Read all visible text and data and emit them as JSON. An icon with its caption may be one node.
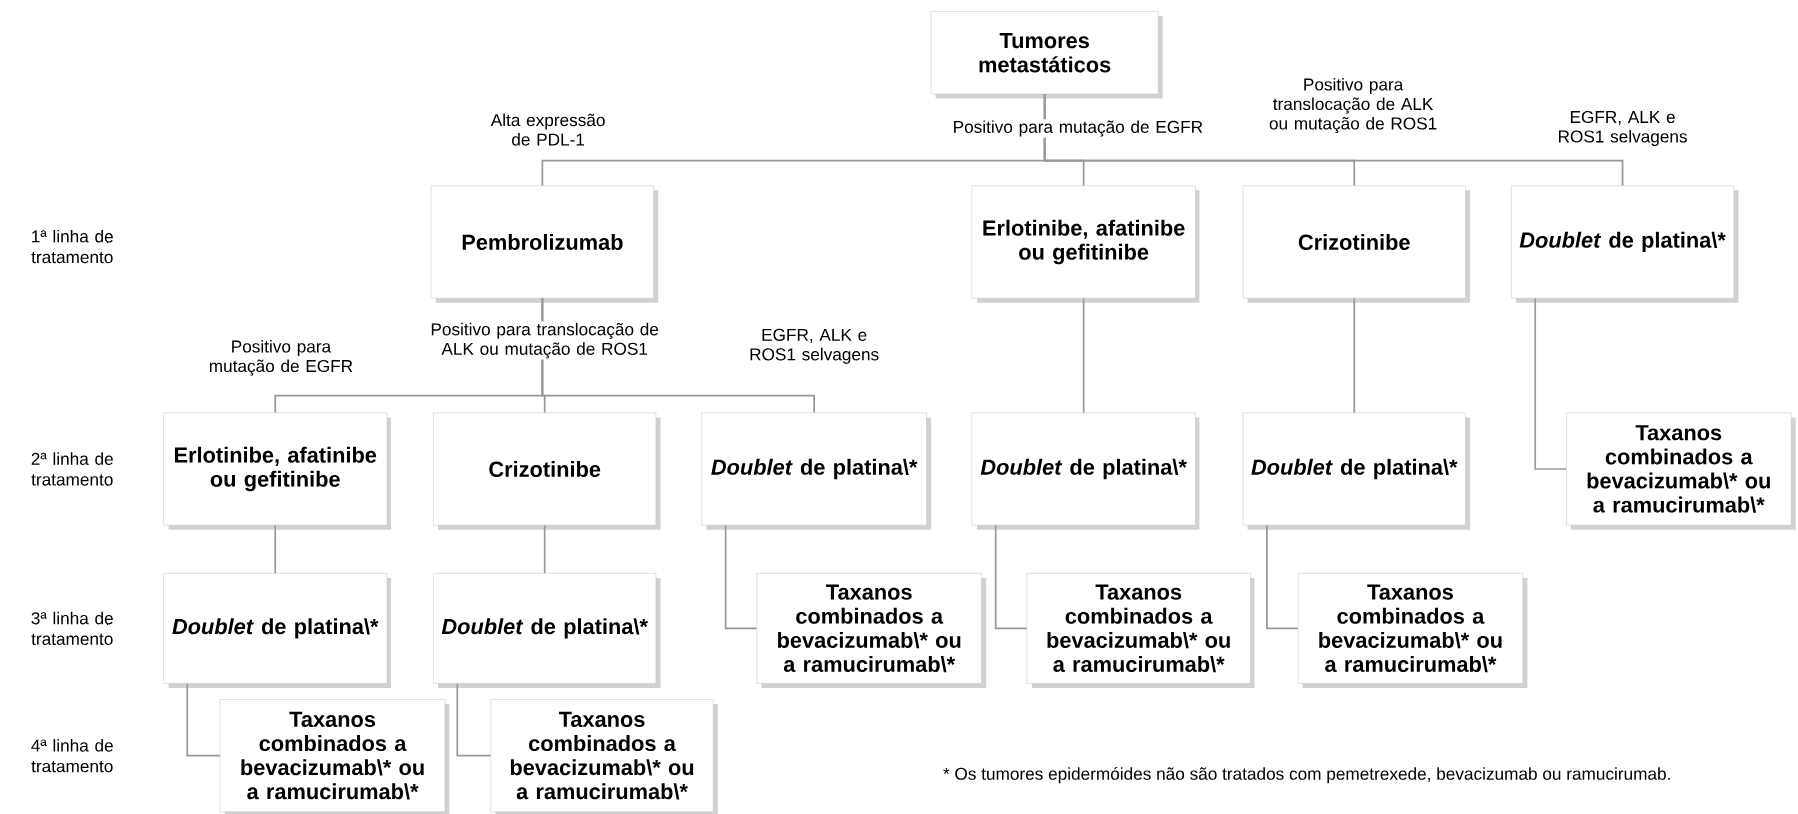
{
  "diagram": {
    "nodes": [
      {
        "text": [
          "Tumores metastáticos"
        ]
      },
      {
        "text": [
          "Pembrolizumab"
        ]
      },
      {
        "text": [
          "Erlotinibe, afatinibe ou gefitinibe"
        ]
      },
      {
        "text": [
          "Crizotinibe"
        ]
      },
      {
        "text": [
          "*Doublet* de platina\\*"
        ]
      },
      {
        "text": [
          "Erlotinibe, afatinibe ou gefitinibe"
        ]
      },
      {
        "text": [
          "Crizotinibe"
        ]
      },
      {
        "text": [
          "*Doublet* de platina\\*"
        ]
      },
      {
        "text": [
          "*Doublet* de platina\\*"
        ]
      },
      {
        "text": [
          "*Doublet* de platina\\*"
        ]
      },
      {
        "text": [
          "Taxanos combinados a bevacizumab\\* ou a ramucirumab\\*"
        ]
      },
      {
        "text": [
          "*Doublet* de platina\\*"
        ]
      },
      {
        "text": [
          "*Doublet* de platina\\*"
        ]
      },
      {
        "text": [
          "Taxanos combinados a bevacizumab\\* ou a ramucirumab\\*"
        ]
      },
      {
        "text": [
          "Taxanos combinados a bevacizumab\\* ou a ramucirumab\\*"
        ]
      },
      {
        "text": [
          "Taxanos combinados a bevacizumab\\* ou a ramucirumab\\*"
        ]
      },
      {
        "text": [
          "Taxanos combinados a bevacizumab\\* ou a ramucirumab\\*"
        ]
      },
      {
        "text": [
          "Taxanos combinados a bevacizumab\\* ou a ramucirumab\\*"
        ]
      }
    ],
    "edges": [
      {
        "from": 0,
        "to": 1,
        "arrow": "none",
        "label": "Alta expressão de PDL-1"
      },
      {
        "from": 0,
        "to": 2,
        "arrow": "none",
        "label": "Positivo para mutação de EGFR"
      },
      {
        "from": 0,
        "to": 3,
        "arrow": "none",
        "label": "Positivo para translocação de ALK ou mutação de ROS1"
      },
      {
        "from": 0,
        "to": 4,
        "arrow": "none",
        "label": "EGFR, ALK e ROS1 selvagens"
      },
      {
        "from": 1,
        "to": 5,
        "arrow": "none",
        "label": "Positivo para mutação de EGFR"
      },
      {
        "from": 1,
        "to": 6,
        "arrow": "none",
        "label": "Positivo para translocação de ALK ou mutação de ROS1"
      },
      {
        "from": 1,
        "to": 7,
        "arrow": "none",
        "label": "EGFR, ALK e ROS1 selvagens"
      },
      {
        "from": 2,
        "to": 8,
        "arrow": "none"
      },
      {
        "from": 3,
        "to": 9,
        "arrow": "none"
      },
      {
        "from": 4,
        "to": 10,
        "arrow": "none"
      },
      {
        "from": 5,
        "to": 11,
        "arrow": "none"
      },
      {
        "from": 6,
        "to": 12,
        "arrow": "none"
      },
      {
        "from": 7,
        "to": 13,
        "arrow": "none"
      },
      {
        "from": 8,
        "to": 14,
        "arrow": "none"
      },
      {
        "from": 9,
        "to": 15,
        "arrow": "none"
      },
      {
        "from": 11,
        "to": 16,
        "arrow": "none"
      },
      {
        "from": 12,
        "to": 17,
        "arrow": "none"
      }
    ],
    "labels": [
      "1ª linha de tratamento",
      "2ª linha de tratamento",
      "3ª linha de tratamento",
      "4ª linha de tratamento",
      "* Os tumores epidermóides não são tratados com pemetrexede, bevacizumab ou ramucirumab."
    ]
  }
}
